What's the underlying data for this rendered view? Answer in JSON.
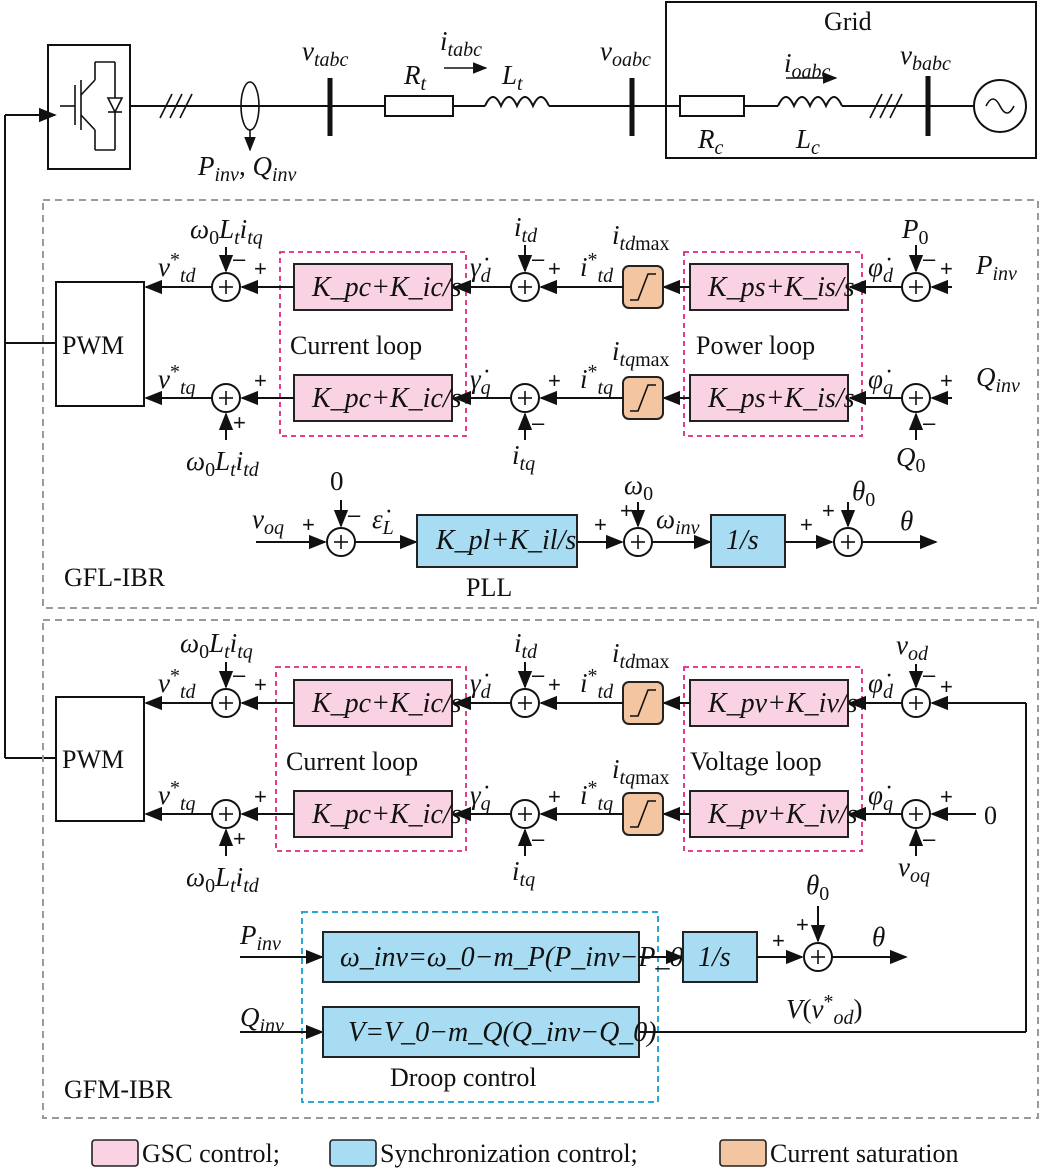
{
  "circuit": {
    "v_tabc": "tabc",
    "i_tabc": "tabc",
    "R_t": "t",
    "L_t": "t",
    "v_oabc": "oabc",
    "i_oabc": "oabc",
    "v_babc": "babc",
    "R_c": "c",
    "L_c": "c",
    "grid_label": "Grid",
    "P_inv_sub": "inv",
    "Q_inv_sub": "inv"
  },
  "blocks": {
    "pwm": "PWM",
    "pi_current": "K_pc+K_ic/s",
    "pi_power": "K_ps+K_is/s",
    "pi_voltage": "K_pv+K_iv/s",
    "pi_pll": "K_pl+K_il/s",
    "integrator": "1/s",
    "droop_omega": "ω_inv=ω_0−m_P(P_inv−P_0)",
    "droop_voltage": "V=V_0−m_Q(Q_inv−Q_0)"
  },
  "labels": {
    "current_loop": "Current loop",
    "power_loop": "Power loop",
    "voltage_loop": "Voltage loop",
    "pll": "PLL",
    "droop_control": "Droop control",
    "gfl_ibr": "GFL-IBR",
    "gfm_ibr": "GFM-IBR",
    "zero": "0"
  },
  "legend": {
    "items": [
      {
        "label": "GSC control;",
        "color": "#f9d2e3"
      },
      {
        "label": "Synchronization control;",
        "color": "#a7dcf2"
      },
      {
        "label": "Current saturation",
        "color": "#f4c5a1"
      }
    ]
  }
}
